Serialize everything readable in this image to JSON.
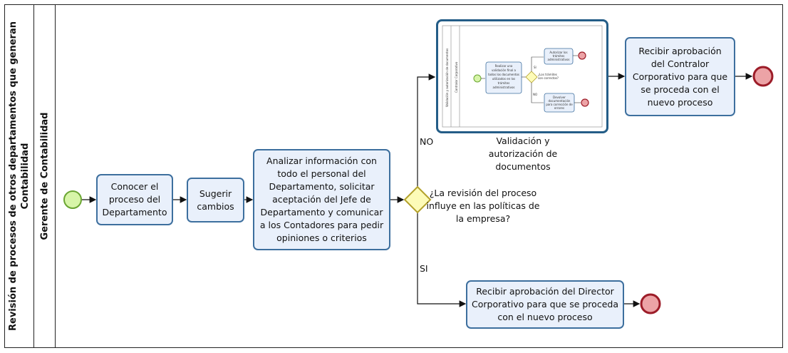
{
  "pool": {
    "title_line1": "Revisión de procesos de otros departamentos que generan",
    "title_line2": "Contabilidad"
  },
  "lane": {
    "title": "Gerente de Contabilidad"
  },
  "tasks": {
    "conocer": "Conocer el proceso del Departamento",
    "sugerir": "Sugerir cambios",
    "analizar": "Analizar información con todo el personal del Departamento, solicitar aceptación del Jefe de Departamento y comunicar a los Contadores para pedir opiniones o criterios",
    "contralor": "Recibir aprobación del Contralor Corporativo para que se proceda con el nuevo proceso",
    "director": "Recibir aprobación del Director Corporativo para que se proceda con el nuevo proceso"
  },
  "gateway": {
    "question": "¿La revisión del proceso influye en las políticas de la empresa?"
  },
  "flows": {
    "no": "NO",
    "si": "SI"
  },
  "subprocess": {
    "label": "Validación y autorización de documentos",
    "mini": {
      "pool_title": "Validación y autorización de documentos",
      "lane_title": "Contralor Corporativo",
      "task1": [
        "Realizar una",
        "validación final a",
        "todos los documentos",
        "utilizados en los",
        "trámites",
        "administrativos"
      ],
      "question": [
        "¿Los trámites",
        "son correctos?"
      ],
      "si": "SI",
      "no": "NO",
      "task_top": [
        "Autorizar los",
        "trámites",
        "administrativos"
      ],
      "task_bottom": [
        "Devolver",
        "documentación",
        "para corrección de",
        "errores"
      ]
    }
  },
  "colors": {
    "start_fill": "#d7f5a8",
    "start_stroke": "#6aa532",
    "end_fill": "#eca3a6",
    "end_stroke": "#9c1c28",
    "task_fill": "#e9f0fb",
    "task_stroke": "#3d6f9e",
    "gateway_fill": "#fdfbb8",
    "gateway_stroke": "#b3a12c"
  }
}
